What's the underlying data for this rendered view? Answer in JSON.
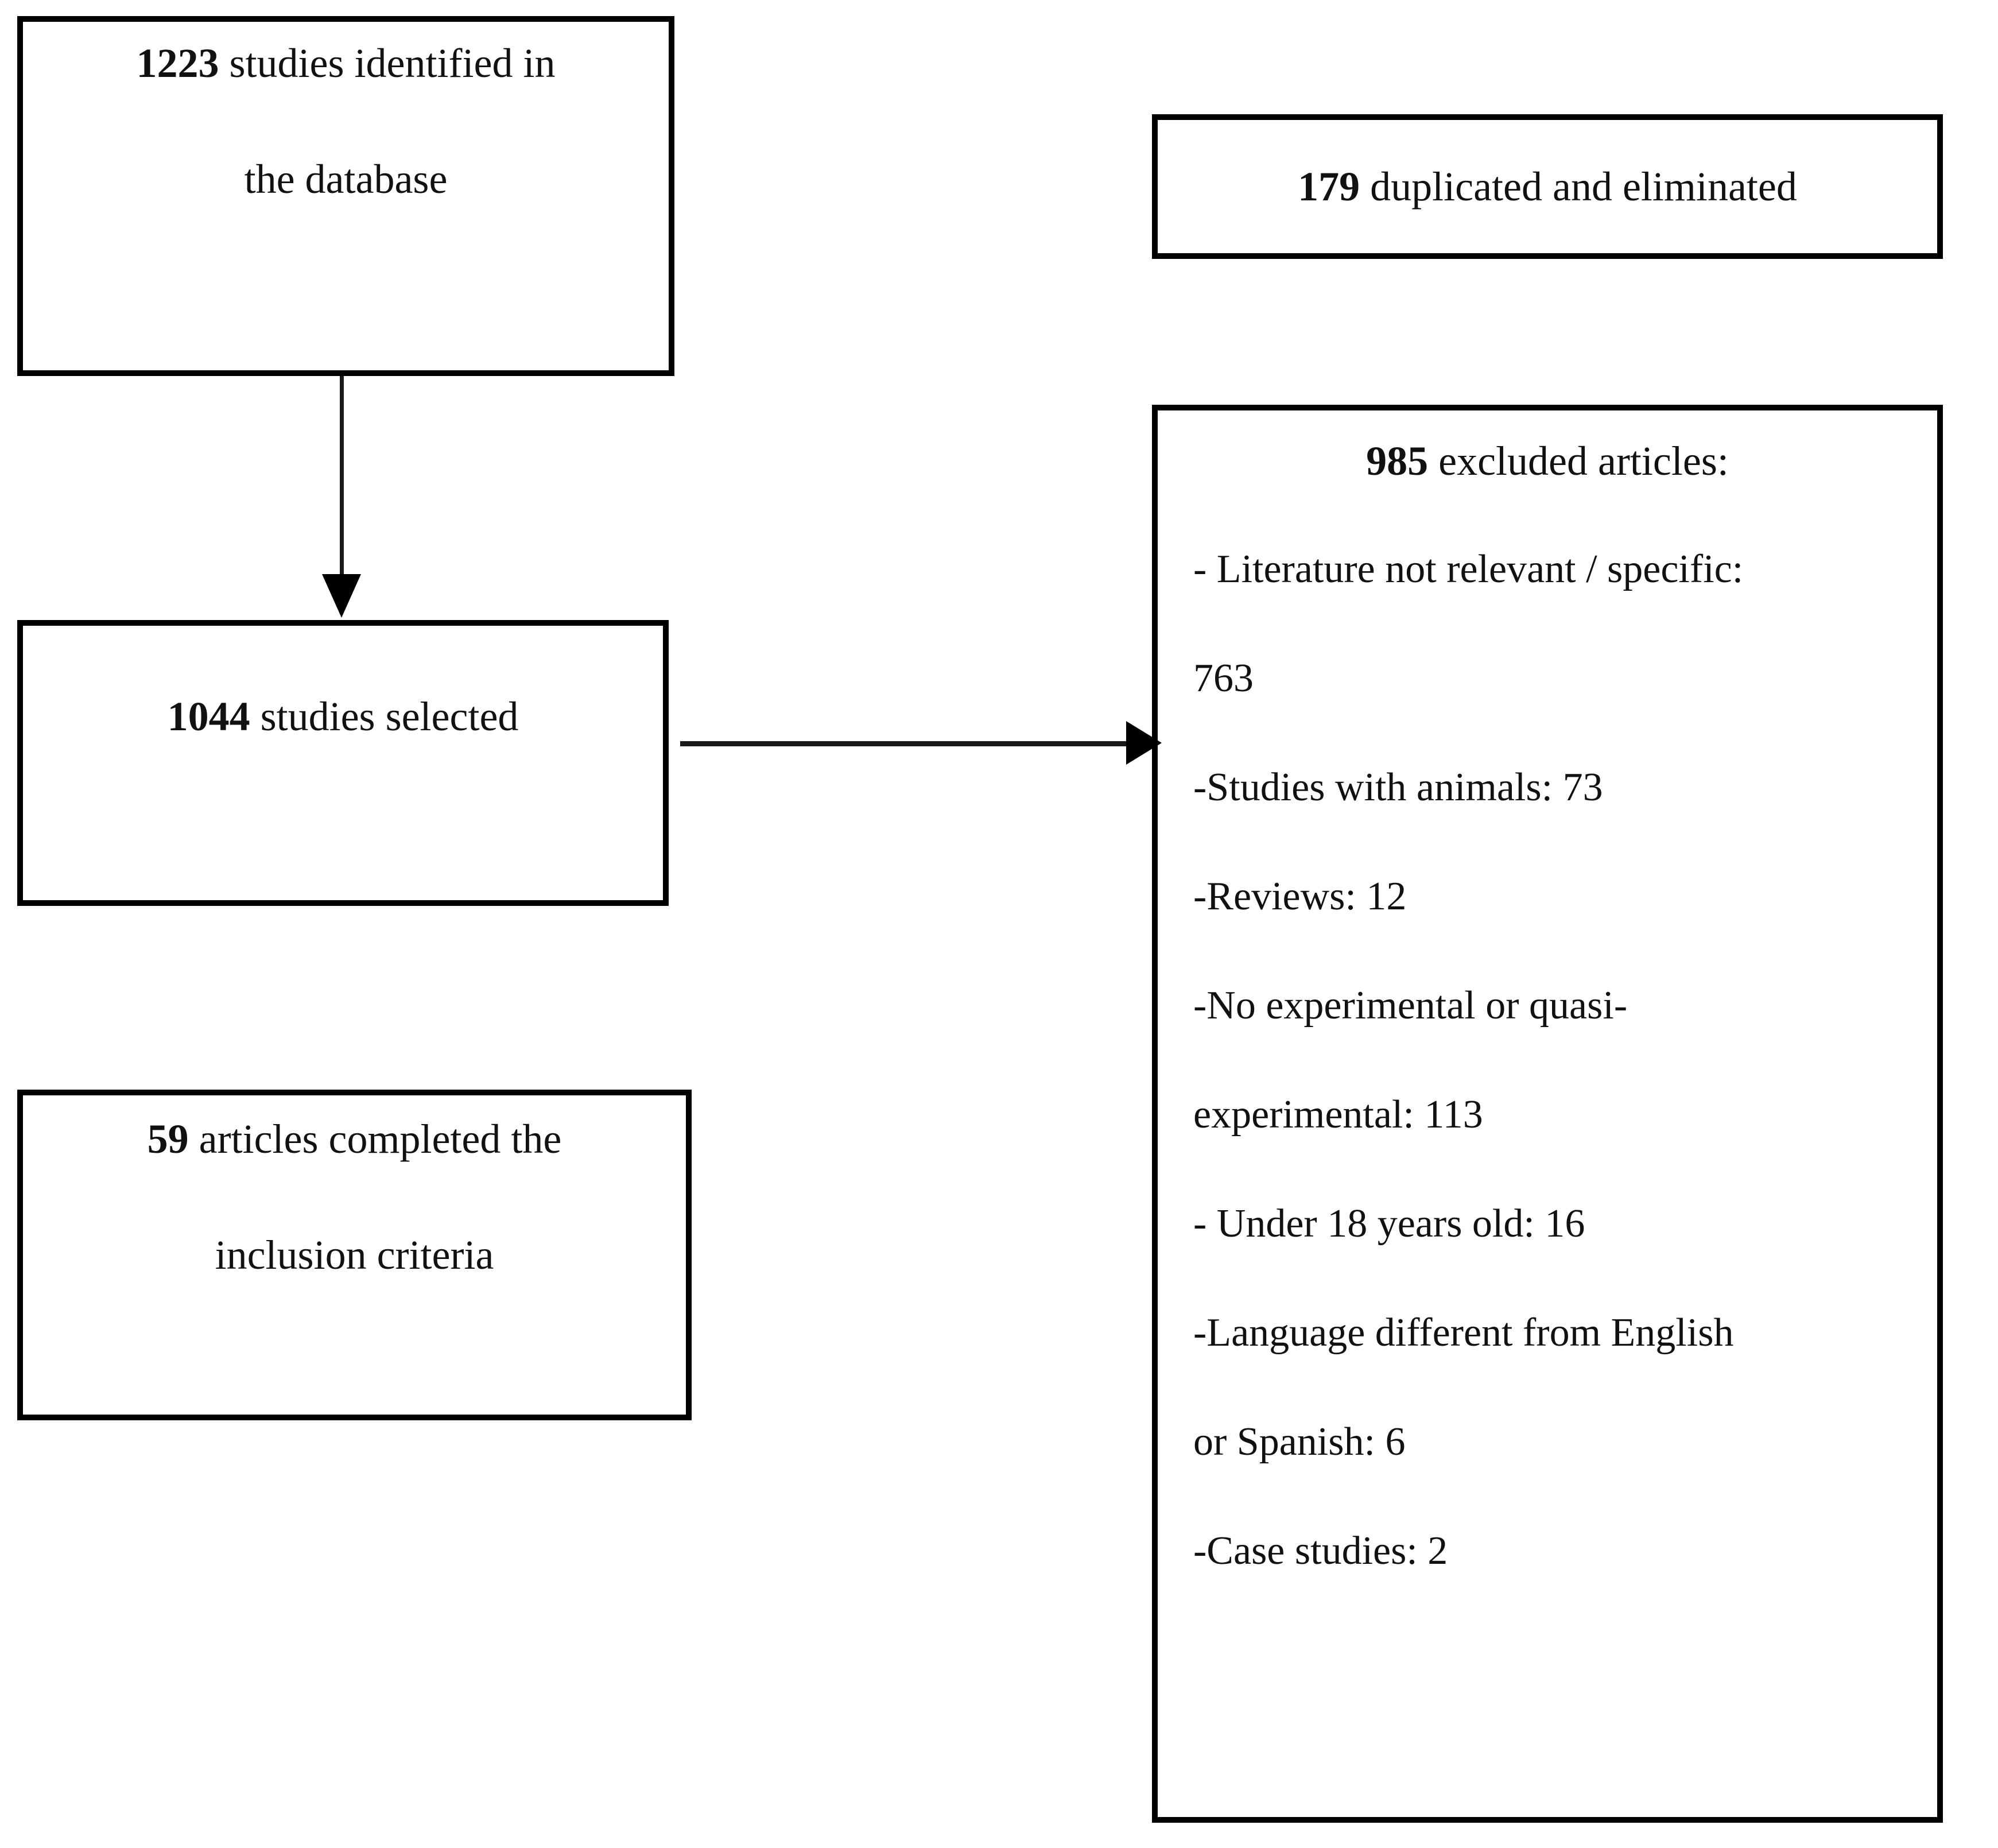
{
  "diagram": {
    "type": "prisma-flow-diagram",
    "boxes": {
      "identified": {
        "count": "1223",
        "line1_rest": " studies identified in",
        "line2": "the database"
      },
      "selected": {
        "count": "1044",
        "line1_rest": " studies selected"
      },
      "included": {
        "count": "59",
        "line1_rest": " articles completed the",
        "line2": "inclusion criteria"
      },
      "duplicated": {
        "count": "179",
        "line1_rest": " duplicated and eliminated"
      },
      "excluded": {
        "count": "985",
        "title_rest": " excluded articles:",
        "items": [
          "- Literature not relevant / specific:",
          "763",
          "-Studies with animals: 73",
          "-Reviews: 12",
          "-No experimental or quasi-",
          "experimental: 113",
          "- Under 18 years old: 16",
          "-Language different from English",
          "or Spanish: 6",
          "-Case studies: 2"
        ]
      }
    },
    "connectors": [
      {
        "name": "identified-to-selected",
        "direction": "down"
      },
      {
        "name": "selected-to-excluded",
        "direction": "right"
      }
    ],
    "colors": {
      "border": "#000000",
      "text": "#111111",
      "background": "#ffffff"
    }
  }
}
